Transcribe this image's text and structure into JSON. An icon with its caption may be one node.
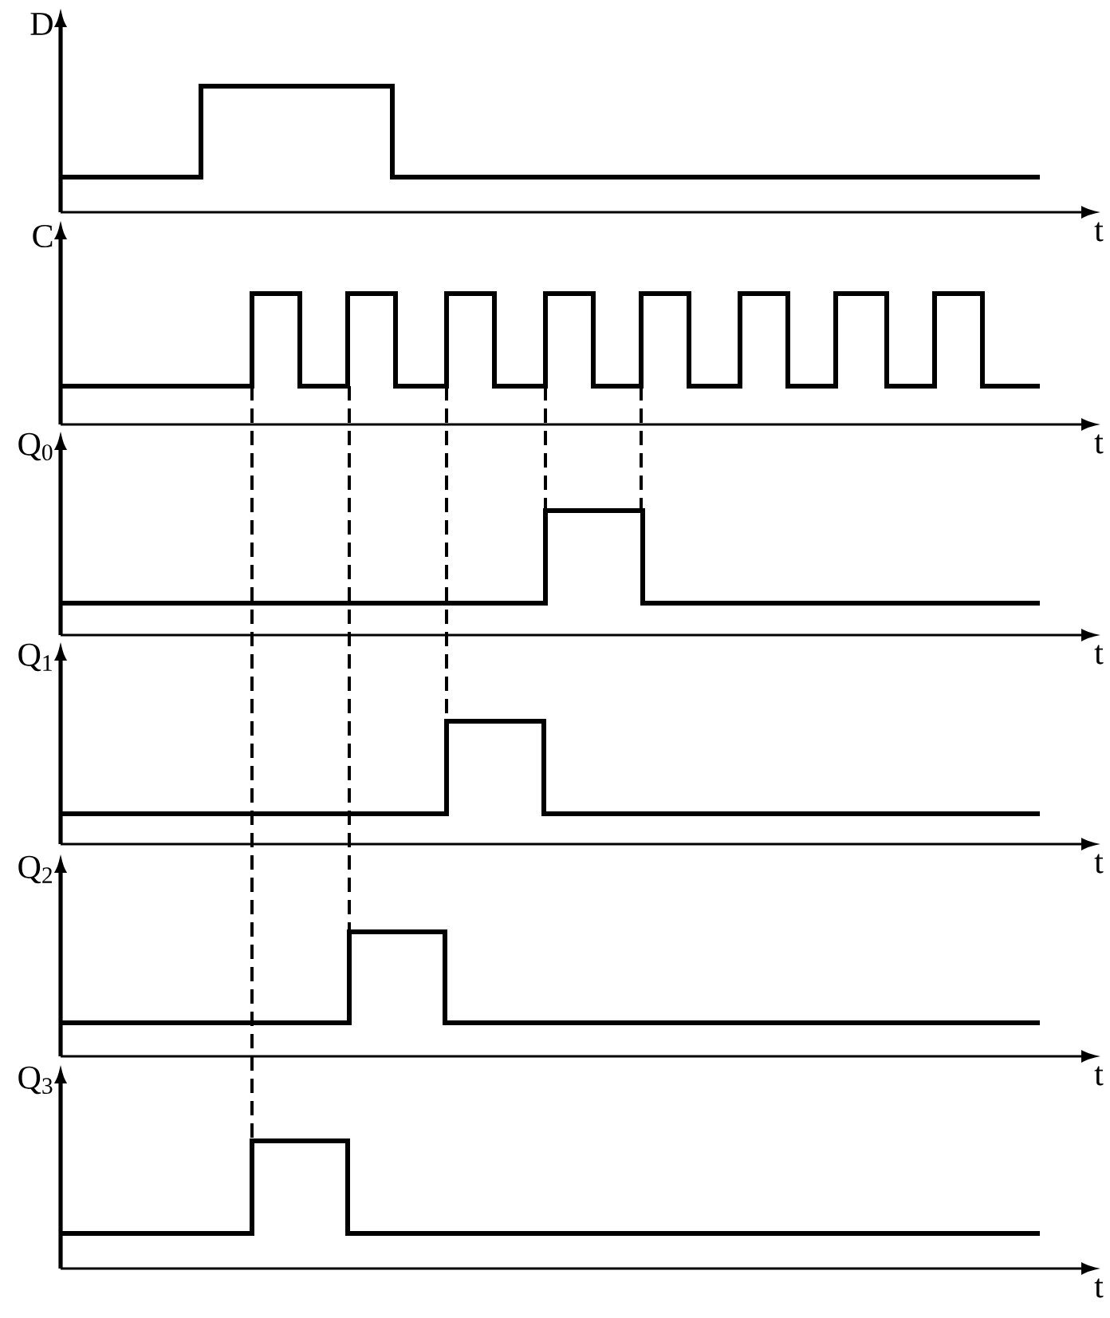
{
  "diagram": {
    "labels": [
      "D",
      "C",
      "t",
      "Q$_{0}$",
      "t",
      "Q$_{1}$",
      "t",
      "Q$_{2}$",
      "t",
      "Q$_{3}$",
      "t",
      "t"
    ]
  }
}
